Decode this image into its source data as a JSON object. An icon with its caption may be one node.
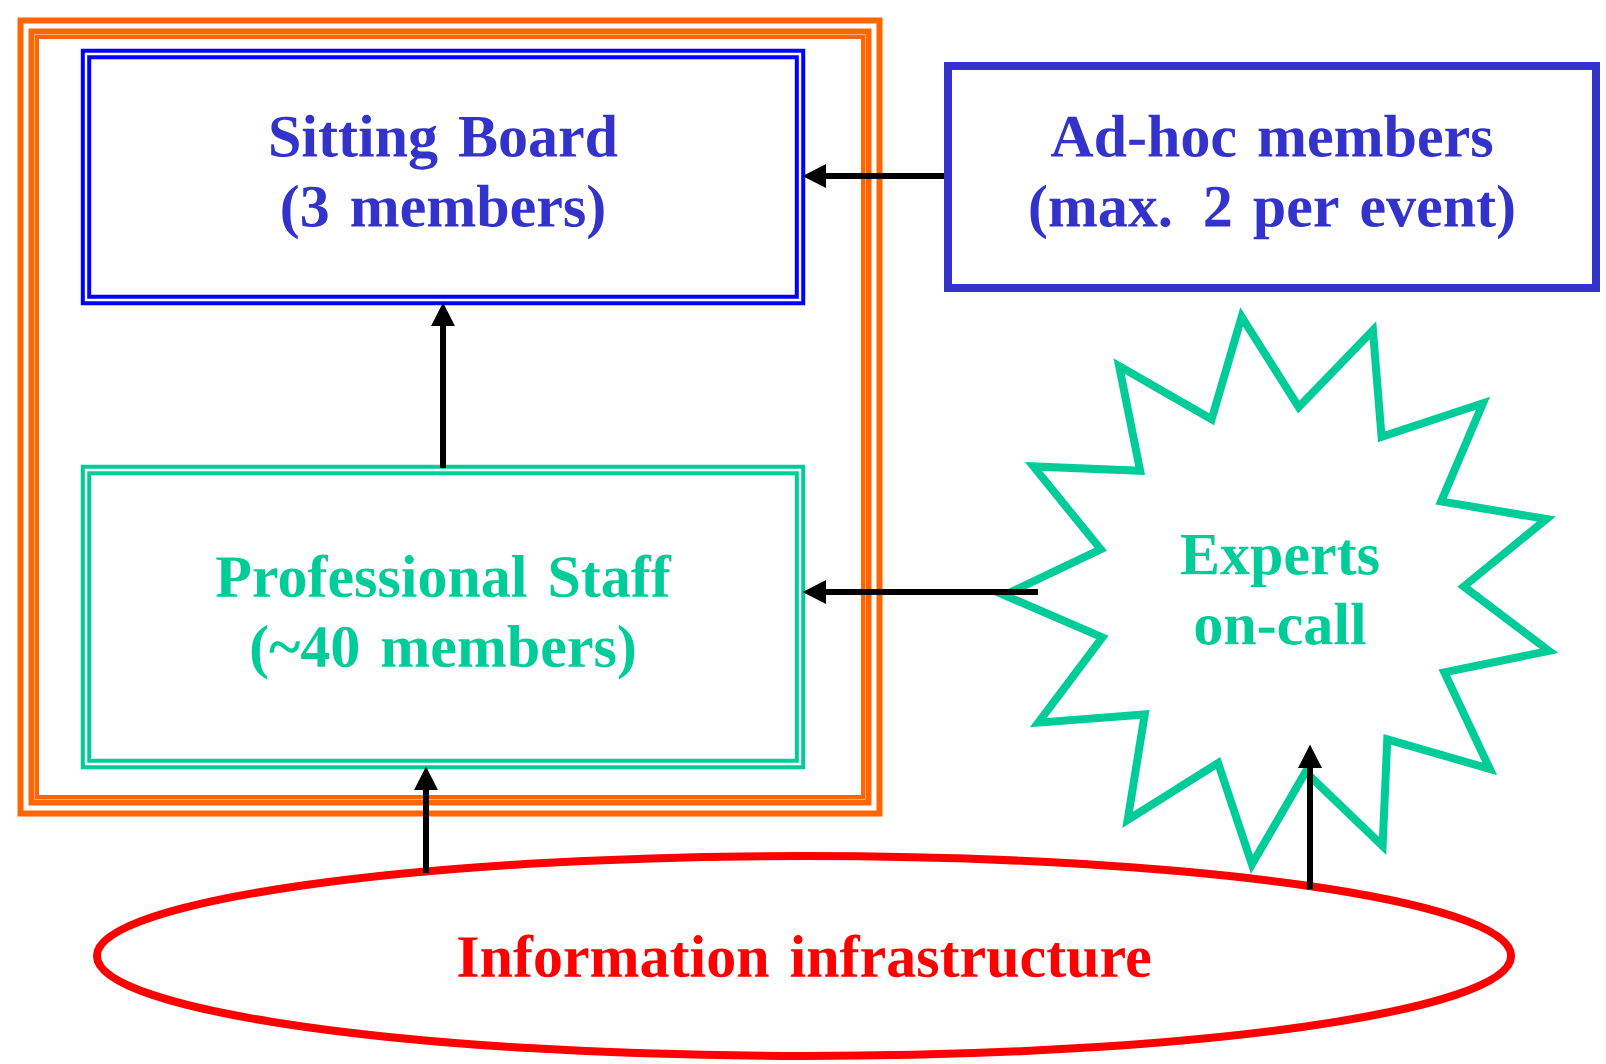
{
  "diagram": {
    "nodes": [
      {
        "text": [],
        "shape": "box"
      },
      {
        "text": [
          "Sitting Board (3 members)"
        ],
        "in": 0
      },
      {
        "text": [
          "Professional Staff (~40 members)"
        ],
        "in": 0
      },
      {
        "text": [
          "Ad-hoc members (max. 2 per event)"
        ]
      },
      {
        "text": [
          "Experts on-call"
        ]
      },
      {
        "text": [
          "Information infrastructure"
        ]
      }
    ],
    "edges": [
      {
        "from": 2,
        "to": 1,
        "arrow": "to"
      },
      {
        "from": 3,
        "to": 1,
        "arrow": "to"
      },
      {
        "from": 4,
        "to": 2,
        "arrow": "to"
      },
      {
        "from": 5,
        "to": 2,
        "arrow": "to"
      },
      {
        "from": 5,
        "to": 4,
        "arrow": "to"
      }
    ]
  }
}
